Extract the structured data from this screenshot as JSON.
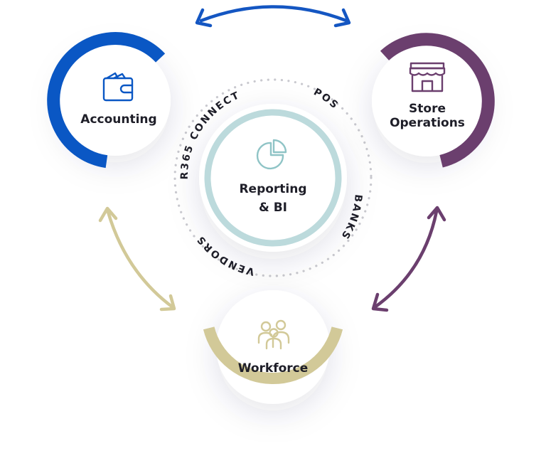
{
  "colors": {
    "accounting": "#0a57c4",
    "store_operations": "#6b3f6e",
    "workforce": "#d2c998",
    "reporting": "#bcdadc",
    "reporting_icon": "#8fc4c6",
    "dots": "#c9c9cf",
    "text": "#1e1e28"
  },
  "center": {
    "label_line1": "Reporting",
    "label_line2": "& BI",
    "icon": "pie-chart-icon"
  },
  "nodes": {
    "accounting": {
      "label": "Accounting",
      "icon": "wallet-icon"
    },
    "store_operations": {
      "label_line1": "Store",
      "label_line2": "Operations",
      "icon": "storefront-icon"
    },
    "workforce": {
      "label": "Workforce",
      "icon": "people-icon"
    }
  },
  "ring_labels": {
    "r365_connect": "R365 CONNECT",
    "pos": "POS",
    "banks": "BANKS",
    "vendors": "VENDORS"
  },
  "arrows": [
    {
      "from": "Accounting",
      "to": "Store Operations",
      "color": "#1456c2"
    },
    {
      "from": "Accounting",
      "to": "Workforce",
      "color": "#d2c998"
    },
    {
      "from": "Store Operations",
      "to": "Workforce",
      "color": "#6b3f6e"
    }
  ]
}
